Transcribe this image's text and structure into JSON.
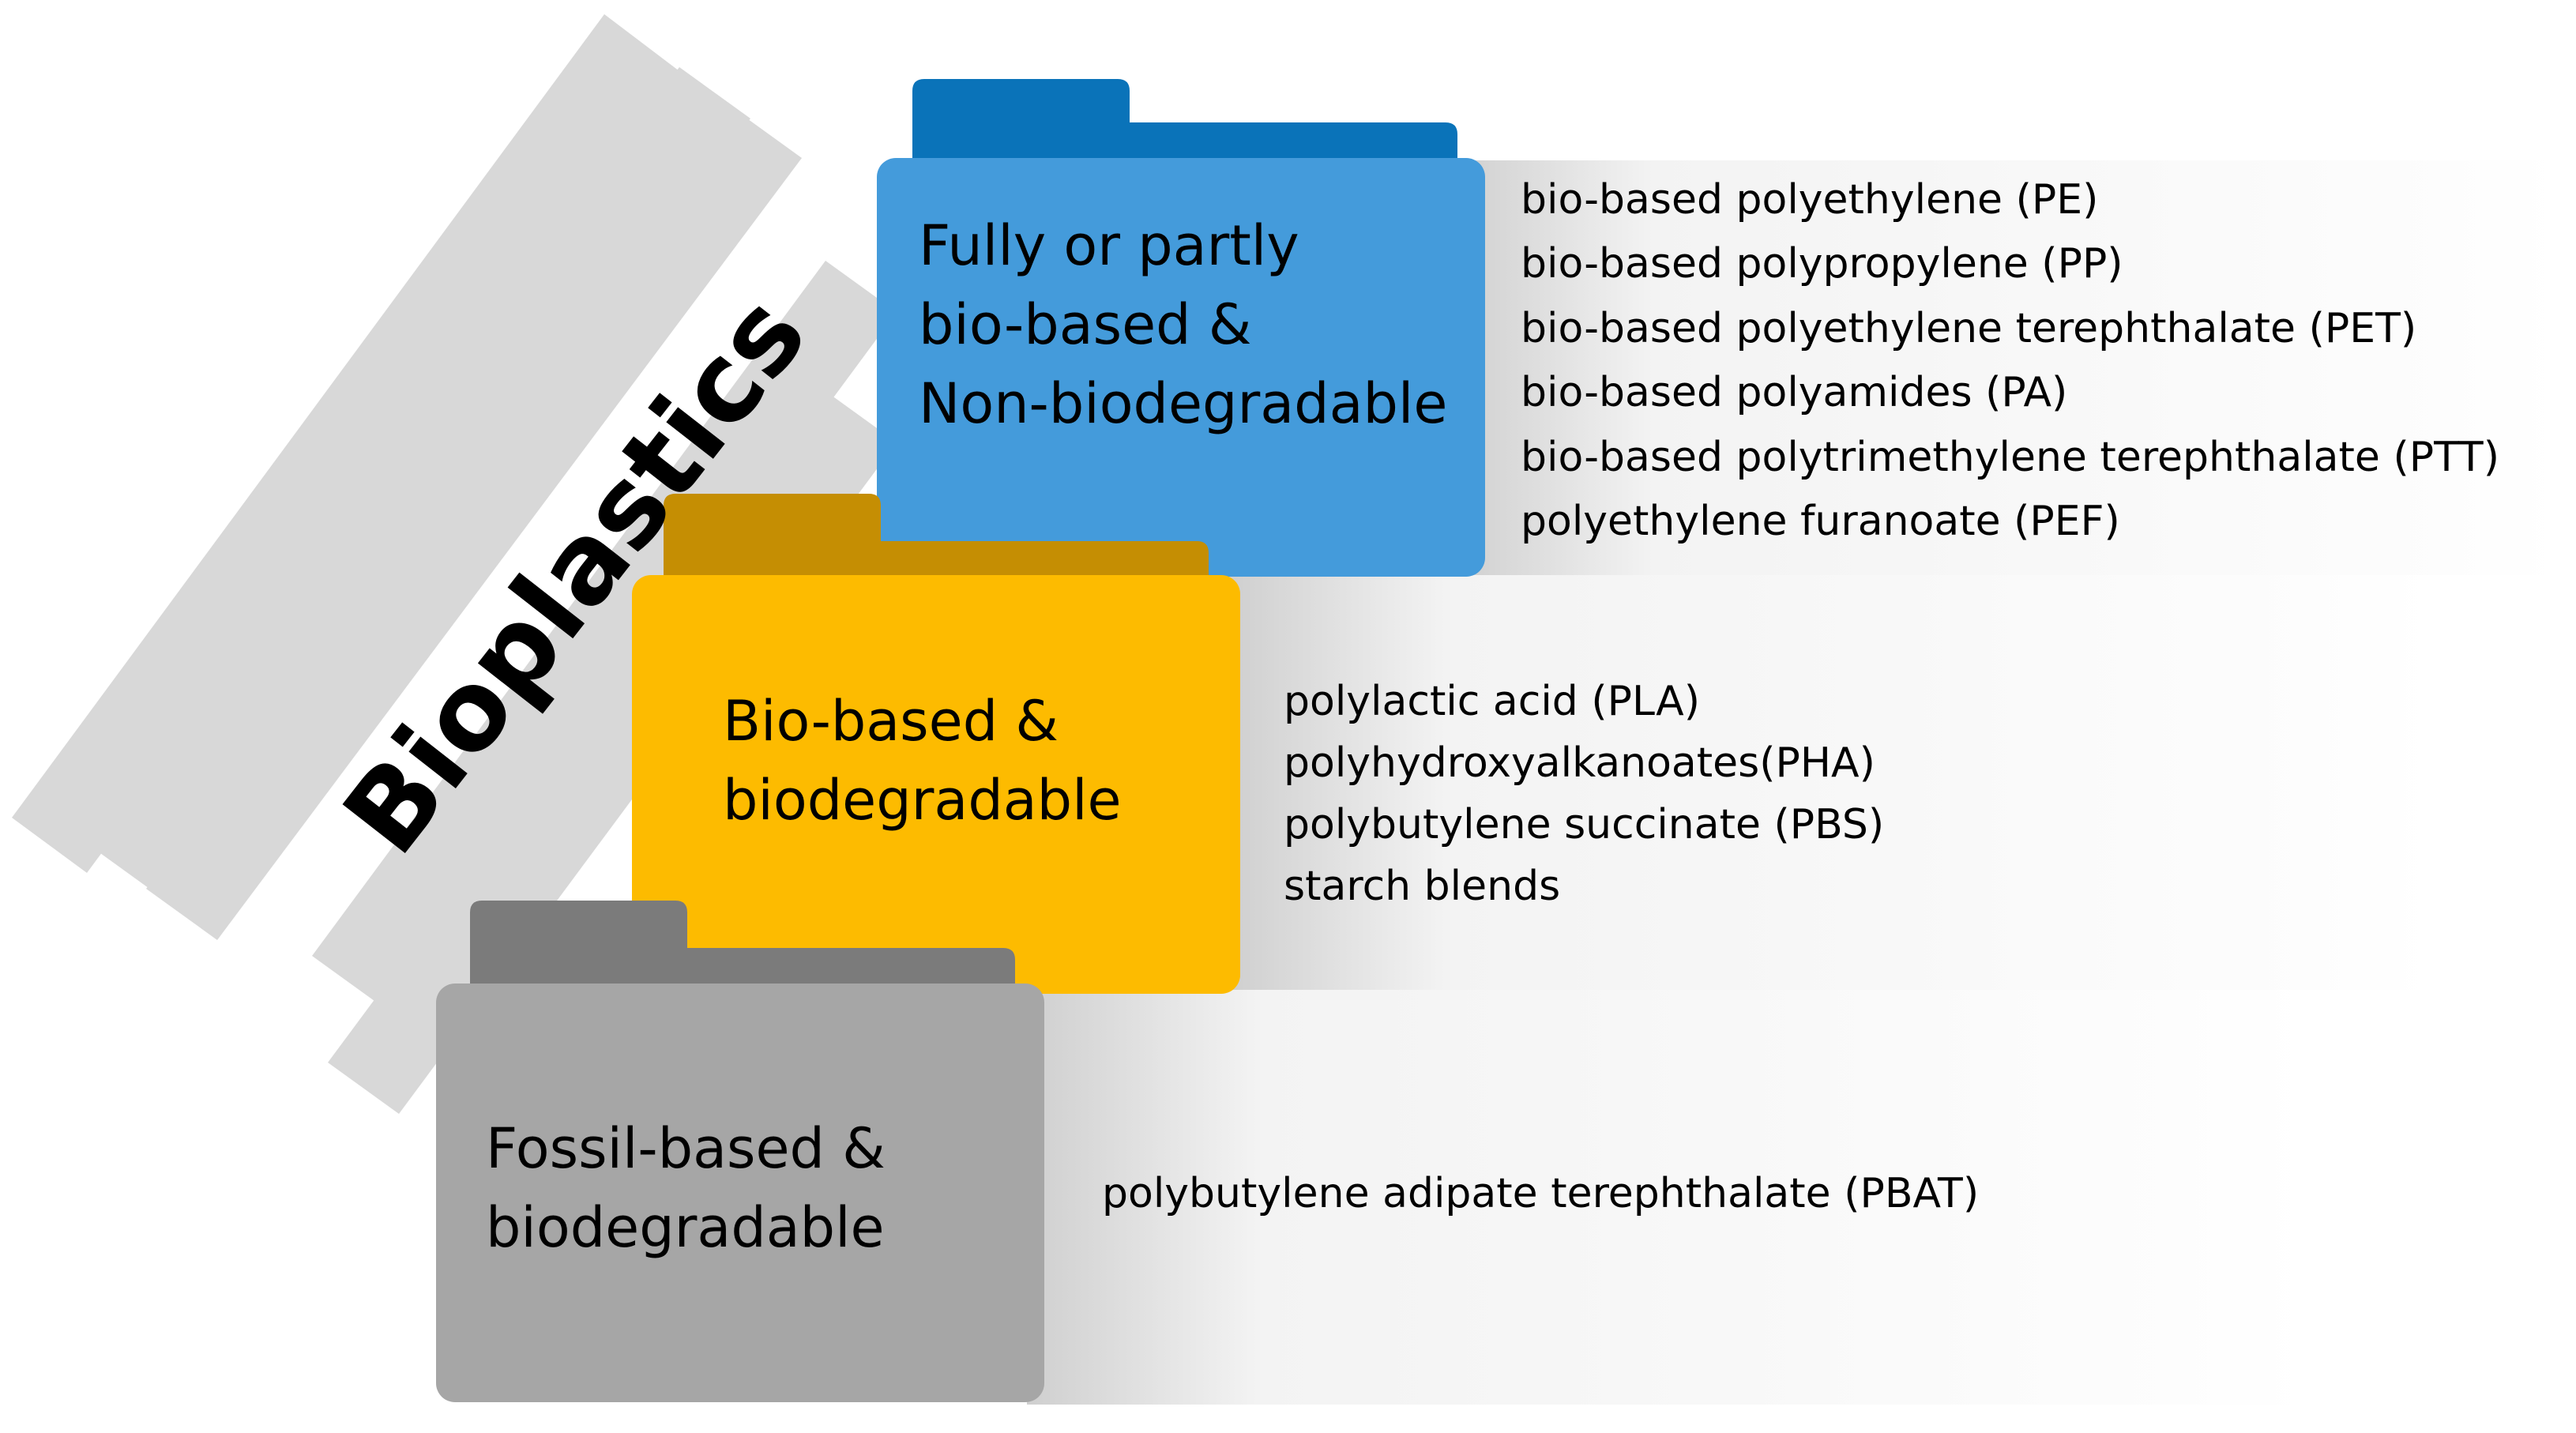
{
  "title": "Bioplastics",
  "colors": {
    "background": "#ffffff",
    "stripe": "#d8d8d8",
    "blue_front": "#449bdb",
    "blue_tab": "#0a73b9",
    "yellow_front": "#fdbb00",
    "yellow_tab": "#c58e03",
    "gray_front": "#a6a6a6",
    "gray_tab": "#7b7b7b",
    "text": "#000000"
  },
  "categories": [
    {
      "id": "blue",
      "title_lines": [
        "Fully or partly",
        "bio-based &",
        "Non-biodegradable"
      ],
      "items": [
        "bio-based polyethylene (PE)",
        "bio-based polypropylene (PP)",
        "bio-based polyethylene terephthalate (PET)",
        "bio-based polyamides (PA)",
        "bio-based polytrimethylene terephthalate (PTT)",
        "polyethylene furanoate (PEF)"
      ]
    },
    {
      "id": "yellow",
      "title_lines": [
        "Bio-based &",
        "biodegradable"
      ],
      "items": [
        "polylactic acid (PLA)",
        "polyhydroxyalkanoates(PHA)",
        "polybutylene succinate (PBS)",
        "starch blends"
      ]
    },
    {
      "id": "gray",
      "title_lines": [
        "Fossil-based &",
        "biodegradable"
      ],
      "items": [
        "polybutylene adipate terephthalate (PBAT)"
      ]
    }
  ]
}
